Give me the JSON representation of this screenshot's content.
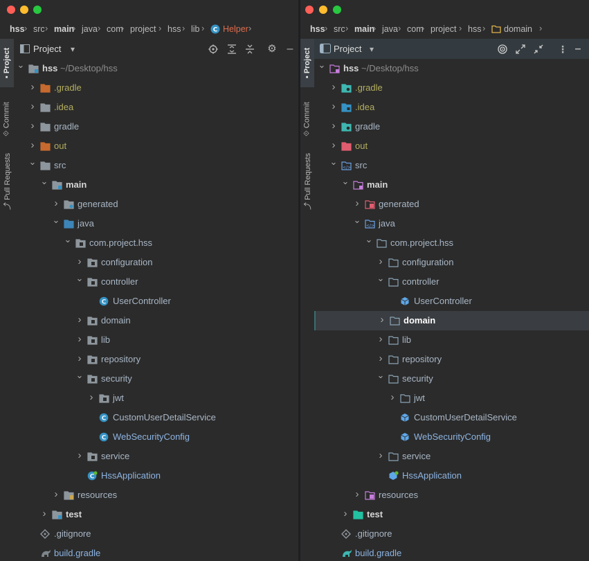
{
  "left": {
    "breadcrumbs": [
      "hss",
      "src",
      "main",
      "java",
      "com",
      "project",
      "hss",
      "lib",
      "Helper"
    ],
    "side_tabs": [
      "Project",
      "Commit",
      "Pull Requests"
    ],
    "panel_title": "Project",
    "tree": [
      {
        "label": "hss",
        "hint": "~/Desktop/hss",
        "depth": 0,
        "arrow": "open",
        "icon": "module-folder-icon",
        "bold": true
      },
      {
        "label": ".gradle",
        "depth": 1,
        "arrow": "closed",
        "icon": "excluded-folder-icon",
        "color": "#b3ae60"
      },
      {
        "label": ".idea",
        "depth": 1,
        "arrow": "closed",
        "icon": "folder-icon",
        "color": "#b3ae60"
      },
      {
        "label": "gradle",
        "depth": 1,
        "arrow": "closed",
        "icon": "folder-icon"
      },
      {
        "label": "out",
        "depth": 1,
        "arrow": "closed",
        "icon": "excluded-folder-icon",
        "color": "#b3ae60"
      },
      {
        "label": "src",
        "depth": 1,
        "arrow": "open",
        "icon": "folder-icon"
      },
      {
        "label": "main",
        "depth": 2,
        "arrow": "open",
        "icon": "module-folder-icon",
        "bold": true
      },
      {
        "label": "generated",
        "depth": 3,
        "arrow": "closed",
        "icon": "generated-folder-icon"
      },
      {
        "label": "java",
        "depth": 3,
        "arrow": "open",
        "icon": "source-folder-icon"
      },
      {
        "label": "com.project.hss",
        "depth": 4,
        "arrow": "open",
        "icon": "package-icon"
      },
      {
        "label": "configuration",
        "depth": 5,
        "arrow": "closed",
        "icon": "package-icon"
      },
      {
        "label": "controller",
        "depth": 5,
        "arrow": "open",
        "icon": "package-icon"
      },
      {
        "label": "UserController",
        "depth": 6,
        "arrow": "none",
        "icon": "class-icon"
      },
      {
        "label": "domain",
        "depth": 5,
        "arrow": "closed",
        "icon": "package-icon"
      },
      {
        "label": "lib",
        "depth": 5,
        "arrow": "closed",
        "icon": "package-icon"
      },
      {
        "label": "repository",
        "depth": 5,
        "arrow": "closed",
        "icon": "package-icon"
      },
      {
        "label": "security",
        "depth": 5,
        "arrow": "open",
        "icon": "package-icon"
      },
      {
        "label": "jwt",
        "depth": 6,
        "arrow": "closed",
        "icon": "package-icon"
      },
      {
        "label": "CustomUserDetailService",
        "depth": 6,
        "arrow": "none",
        "icon": "class-icon"
      },
      {
        "label": "WebSecurityConfig",
        "depth": 6,
        "arrow": "none",
        "icon": "class-icon",
        "color": "#8db4e2"
      },
      {
        "label": "service",
        "depth": 5,
        "arrow": "closed",
        "icon": "package-icon"
      },
      {
        "label": "HssApplication",
        "depth": 5,
        "arrow": "none",
        "icon": "spring-class-icon",
        "color": "#8db4e2"
      },
      {
        "label": "resources",
        "depth": 3,
        "arrow": "closed",
        "icon": "resources-folder-icon"
      },
      {
        "label": "test",
        "depth": 2,
        "arrow": "closed",
        "icon": "test-folder-icon",
        "bold": true
      },
      {
        "label": ".gitignore",
        "depth": 1,
        "arrow": "none",
        "icon": "gitignore-icon"
      },
      {
        "label": "build.gradle",
        "depth": 1,
        "arrow": "none",
        "icon": "gradle-icon",
        "color": "#8db4e2"
      }
    ]
  },
  "right": {
    "breadcrumbs": [
      "hss",
      "src",
      "main",
      "java",
      "com",
      "project",
      "hss",
      "domain"
    ],
    "side_tabs": [
      "Project",
      "Commit",
      "Pull Requests"
    ],
    "panel_title": "Project",
    "tree": [
      {
        "label": "hss",
        "hint": "~/Desktop/hss",
        "depth": 0,
        "arrow": "open",
        "icon": "module-folder-icon",
        "bold": true
      },
      {
        "label": ".gradle",
        "depth": 1,
        "arrow": "closed",
        "icon": "gradle-folder-icon",
        "color": "#b3ae60"
      },
      {
        "label": ".idea",
        "depth": 1,
        "arrow": "closed",
        "icon": "idea-folder-icon",
        "color": "#b3ae60"
      },
      {
        "label": "gradle",
        "depth": 1,
        "arrow": "closed",
        "icon": "gradle-folder-icon"
      },
      {
        "label": "out",
        "depth": 1,
        "arrow": "closed",
        "icon": "excluded-folder-icon",
        "color": "#b3ae60"
      },
      {
        "label": "src",
        "depth": 1,
        "arrow": "open",
        "icon": "source-folder-icon"
      },
      {
        "label": "main",
        "depth": 2,
        "arrow": "open",
        "icon": "module-folder-icon",
        "bold": true
      },
      {
        "label": "generated",
        "depth": 3,
        "arrow": "closed",
        "icon": "generated-folder-icon"
      },
      {
        "label": "java",
        "depth": 3,
        "arrow": "open",
        "icon": "source-folder-icon"
      },
      {
        "label": "com.project.hss",
        "depth": 4,
        "arrow": "open",
        "icon": "package-icon"
      },
      {
        "label": "configuration",
        "depth": 5,
        "arrow": "closed",
        "icon": "package-icon"
      },
      {
        "label": "controller",
        "depth": 5,
        "arrow": "open",
        "icon": "package-icon"
      },
      {
        "label": "UserController",
        "depth": 6,
        "arrow": "none",
        "icon": "class-icon"
      },
      {
        "label": "domain",
        "depth": 5,
        "arrow": "closed",
        "icon": "package-icon",
        "bold": true,
        "selected": true
      },
      {
        "label": "lib",
        "depth": 5,
        "arrow": "closed",
        "icon": "package-icon"
      },
      {
        "label": "repository",
        "depth": 5,
        "arrow": "closed",
        "icon": "package-icon"
      },
      {
        "label": "security",
        "depth": 5,
        "arrow": "open",
        "icon": "package-icon"
      },
      {
        "label": "jwt",
        "depth": 6,
        "arrow": "closed",
        "icon": "package-icon"
      },
      {
        "label": "CustomUserDetailService",
        "depth": 6,
        "arrow": "none",
        "icon": "class-icon"
      },
      {
        "label": "WebSecurityConfig",
        "depth": 6,
        "arrow": "none",
        "icon": "class-icon",
        "color": "#8db4e2"
      },
      {
        "label": "service",
        "depth": 5,
        "arrow": "closed",
        "icon": "package-icon"
      },
      {
        "label": "HssApplication",
        "depth": 5,
        "arrow": "none",
        "icon": "spring-class-icon",
        "color": "#8db4e2"
      },
      {
        "label": "resources",
        "depth": 3,
        "arrow": "closed",
        "icon": "resources-folder-icon"
      },
      {
        "label": "test",
        "depth": 2,
        "arrow": "closed",
        "icon": "test-folder-icon",
        "bold": true
      },
      {
        "label": ".gitignore",
        "depth": 1,
        "arrow": "none",
        "icon": "gitignore-icon"
      },
      {
        "label": "build.gradle",
        "depth": 1,
        "arrow": "none",
        "icon": "gradle-icon",
        "color": "#8db4e2"
      }
    ]
  },
  "colors": {
    "close": "#ff5f57",
    "minimize": "#febc2e",
    "zoom": "#28c840",
    "text": "#a9b7c6",
    "hint": "#8c8c8c",
    "yellow": "#b3ae60",
    "blue_link": "#8db4e2",
    "active_file": "#e06c4c"
  }
}
